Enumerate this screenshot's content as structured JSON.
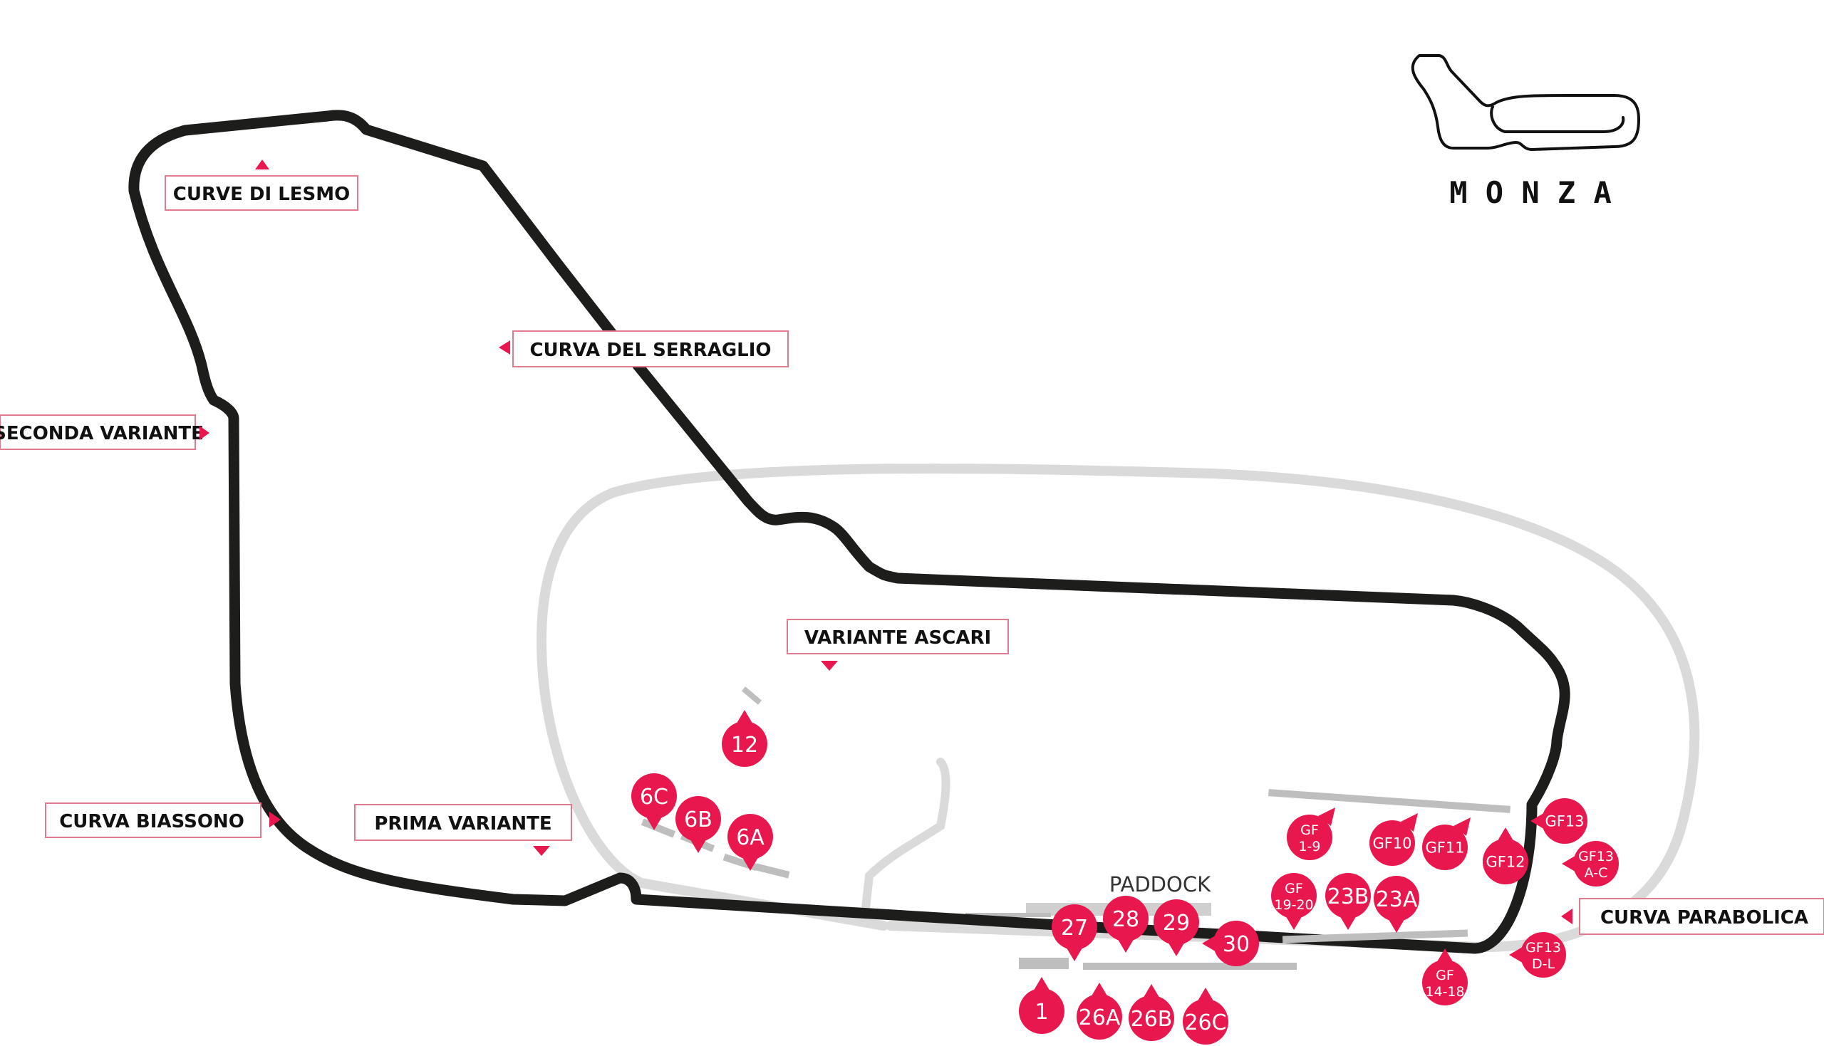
{
  "logo": {
    "title": "M O N Z A"
  },
  "paddock_label": "PADDOCK",
  "colors": {
    "accent": "#E8184E",
    "track": "#1D1D1B",
    "oval": "#DADADA",
    "label_border": "#E07A8F"
  },
  "corners": [
    {
      "id": "lesmo",
      "label": "CURVE DI LESMO"
    },
    {
      "id": "serraglio",
      "label": "CURVA DEL SERRAGLIO"
    },
    {
      "id": "seconda",
      "label": "SECONDA VARIANTE"
    },
    {
      "id": "ascari",
      "label": "VARIANTE ASCARI"
    },
    {
      "id": "biassono",
      "label": "CURVA BIASSONO"
    },
    {
      "id": "prima",
      "label": "PRIMA VARIANTE"
    },
    {
      "id": "parabolica",
      "label": "CURVA PARABOLICA"
    }
  ],
  "grandstands": [
    {
      "id": "12",
      "lines": [
        "12"
      ]
    },
    {
      "id": "6c",
      "lines": [
        "6C"
      ]
    },
    {
      "id": "6b",
      "lines": [
        "6B"
      ]
    },
    {
      "id": "6a",
      "lines": [
        "6A"
      ]
    },
    {
      "id": "27",
      "lines": [
        "27"
      ]
    },
    {
      "id": "28",
      "lines": [
        "28"
      ]
    },
    {
      "id": "29",
      "lines": [
        "29"
      ]
    },
    {
      "id": "30",
      "lines": [
        "30"
      ]
    },
    {
      "id": "1",
      "lines": [
        "1"
      ]
    },
    {
      "id": "26a",
      "lines": [
        "26A"
      ]
    },
    {
      "id": "26b",
      "lines": [
        "26B"
      ]
    },
    {
      "id": "26c",
      "lines": [
        "26C"
      ]
    },
    {
      "id": "gf1-9",
      "lines": [
        "GF",
        "1-9"
      ]
    },
    {
      "id": "gf10",
      "lines": [
        "GF10"
      ]
    },
    {
      "id": "gf11",
      "lines": [
        "GF11"
      ]
    },
    {
      "id": "gf12",
      "lines": [
        "GF12"
      ]
    },
    {
      "id": "gf13",
      "lines": [
        "GF13"
      ]
    },
    {
      "id": "gf13ac",
      "lines": [
        "GF13",
        "A-C"
      ]
    },
    {
      "id": "gf13dl",
      "lines": [
        "GF13",
        "D-L"
      ]
    },
    {
      "id": "gf19-20",
      "lines": [
        "GF",
        "19-20"
      ]
    },
    {
      "id": "23b",
      "lines": [
        "23B"
      ]
    },
    {
      "id": "23a",
      "lines": [
        "23A"
      ]
    },
    {
      "id": "gf14-18",
      "lines": [
        "GF",
        "14-18"
      ]
    }
  ]
}
